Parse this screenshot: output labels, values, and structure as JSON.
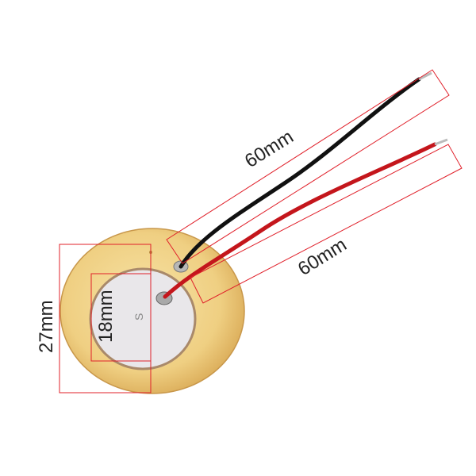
{
  "product": {
    "dimensions": {
      "black_wire_length": "60mm",
      "red_wire_length": "60mm",
      "outer_diameter": "27mm",
      "inner_diameter": "18mm"
    },
    "ceramic_marking": "S"
  },
  "colors": {
    "brass": "#f0d48a",
    "ceramic": "#e9e7ea",
    "dimension_line": "#e0202a",
    "black_wire": "#111111",
    "red_wire": "#c4161c"
  }
}
